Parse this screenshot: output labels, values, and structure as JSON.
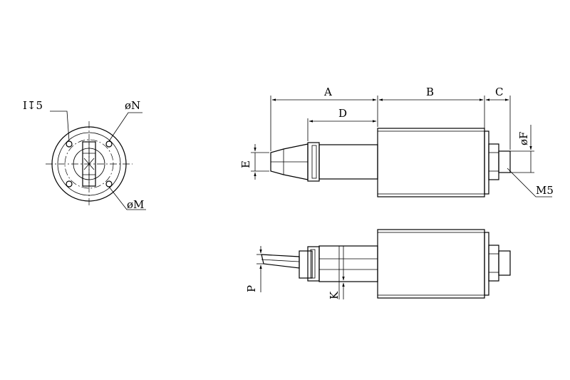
{
  "labels": {
    "a": "A",
    "b": "B",
    "c": "C",
    "d": "D",
    "e": "E",
    "f": "øF",
    "m5": "M5",
    "p": "P",
    "k": "K",
    "n": "øN",
    "m": "øM",
    "i5": "I↧5"
  }
}
